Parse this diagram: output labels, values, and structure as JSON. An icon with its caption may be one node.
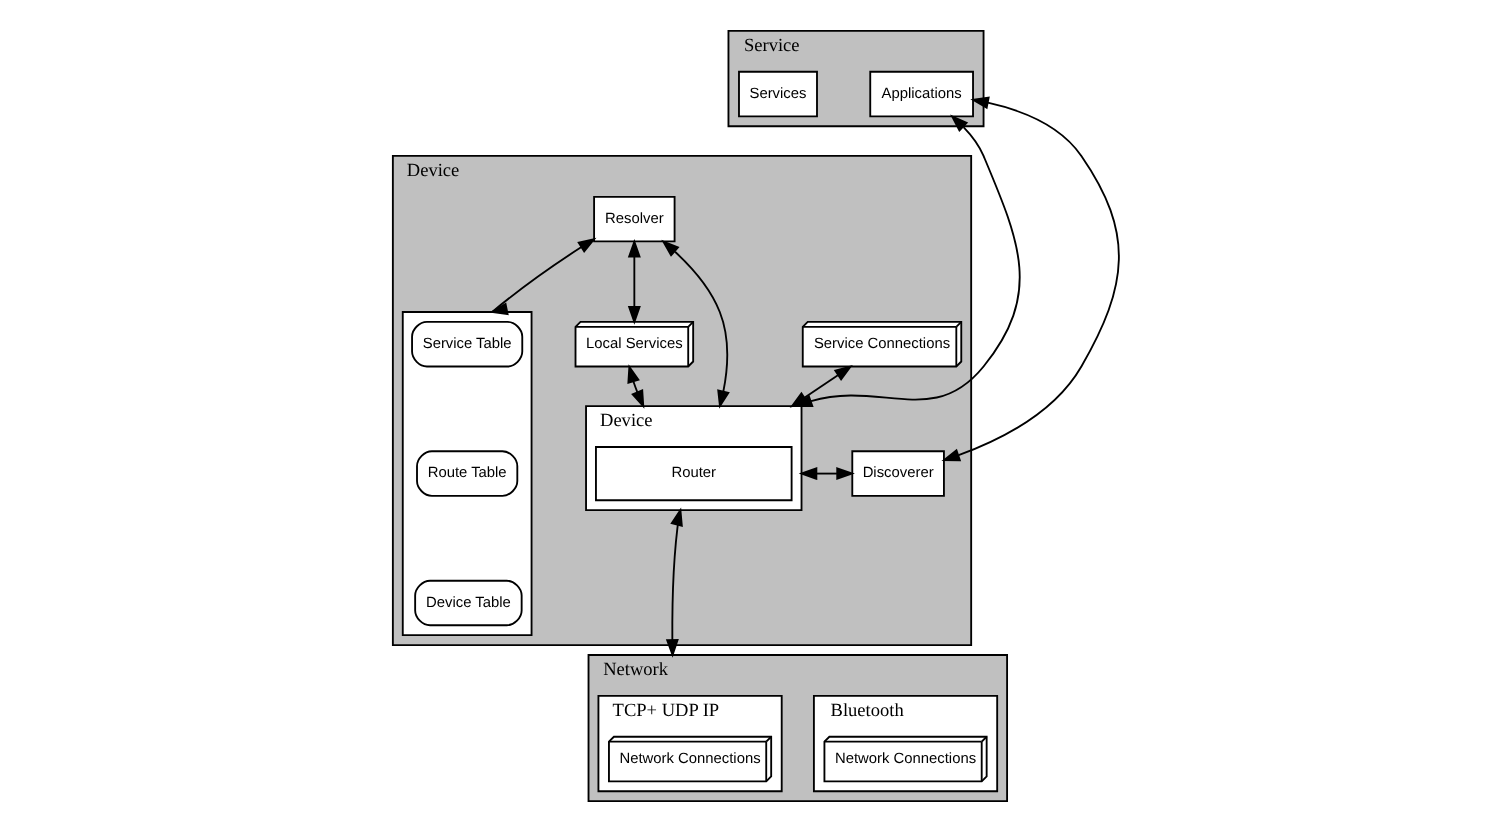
{
  "diagram": {
    "nodes": [
      {
        "text": [
          "Service"
        ]
      },
      {
        "text": [
          "Services"
        ],
        "in": 0
      },
      {
        "text": [
          "Applications"
        ],
        "in": 0
      },
      {
        "text": [
          "Device"
        ]
      },
      {
        "text": [
          "Resolver"
        ],
        "in": 3
      },
      {
        "text": [
          "Local Services"
        ],
        "in": 3
      },
      {
        "text": [
          "Service Connections"
        ],
        "in": 3
      },
      {
        "text": [],
        "shape": "box",
        "in": 3
      },
      {
        "text": [
          "Service Table"
        ],
        "in": 7
      },
      {
        "text": [
          "Route Table"
        ],
        "in": 7
      },
      {
        "text": [
          "Device Table"
        ],
        "in": 7
      },
      {
        "text": [
          "Device"
        ],
        "in": 3
      },
      {
        "text": [
          "Router"
        ],
        "in": 11
      },
      {
        "text": [
          "Discoverer"
        ],
        "in": 3
      },
      {
        "text": [
          "Network"
        ]
      },
      {
        "text": [
          "TCP+ UDP IP"
        ],
        "in": 14
      },
      {
        "text": [
          "Network Connections"
        ],
        "in": 15
      },
      {
        "text": [
          "Bluetooth"
        ],
        "in": 14
      },
      {
        "text": [
          "Network Connections"
        ],
        "in": 17
      }
    ],
    "edges": [
      {
        "from": 4,
        "to": 5,
        "arrow": "both"
      },
      {
        "from": 4,
        "to": 7,
        "arrow": "both"
      },
      {
        "from": 4,
        "to": 11,
        "arrow": "both"
      },
      {
        "from": 5,
        "to": 11,
        "arrow": "both"
      },
      {
        "from": 2,
        "to": 11,
        "arrow": "both"
      },
      {
        "from": 6,
        "to": 11,
        "arrow": "both"
      },
      {
        "from": 2,
        "to": 13,
        "arrow": "both"
      },
      {
        "from": 11,
        "to": 13,
        "arrow": "both"
      },
      {
        "from": 11,
        "to": 14,
        "arrow": "both"
      }
    ]
  }
}
